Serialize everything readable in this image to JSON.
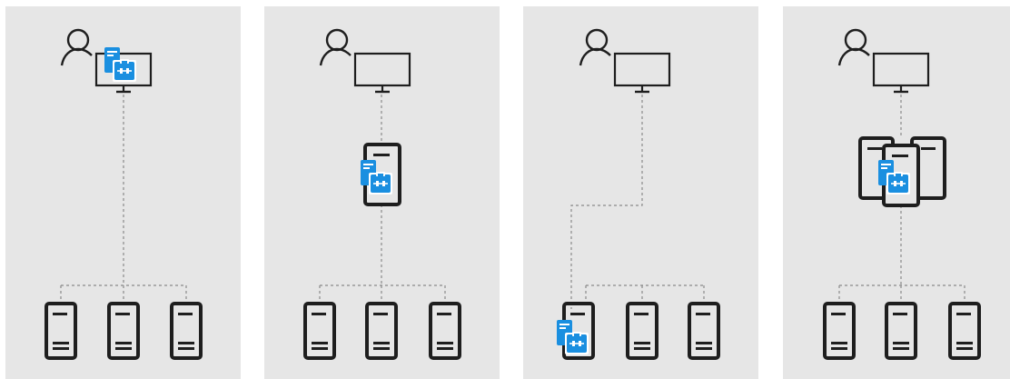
{
  "panels": [
    {
      "label": "",
      "app_location": "client-pc",
      "server_count": 3,
      "app_server_style": "none"
    },
    {
      "label": "",
      "app_location": "middle-server",
      "server_count": 3,
      "app_server_style": "single"
    },
    {
      "label": "",
      "app_location": "backend-server",
      "server_count": 3,
      "app_server_style": "none"
    },
    {
      "label": "",
      "app_location": "middle-server",
      "server_count": 3,
      "app_server_style": "cluster"
    }
  ],
  "colors": {
    "panel_background": "#e6e6e6",
    "accent_blue": "#1a8fe0",
    "line_ink": "#1e1e1e",
    "connector_dash": "#8a8a8a"
  },
  "icons": [
    "user-icon",
    "monitor-icon",
    "server-icon",
    "app-icon"
  ]
}
